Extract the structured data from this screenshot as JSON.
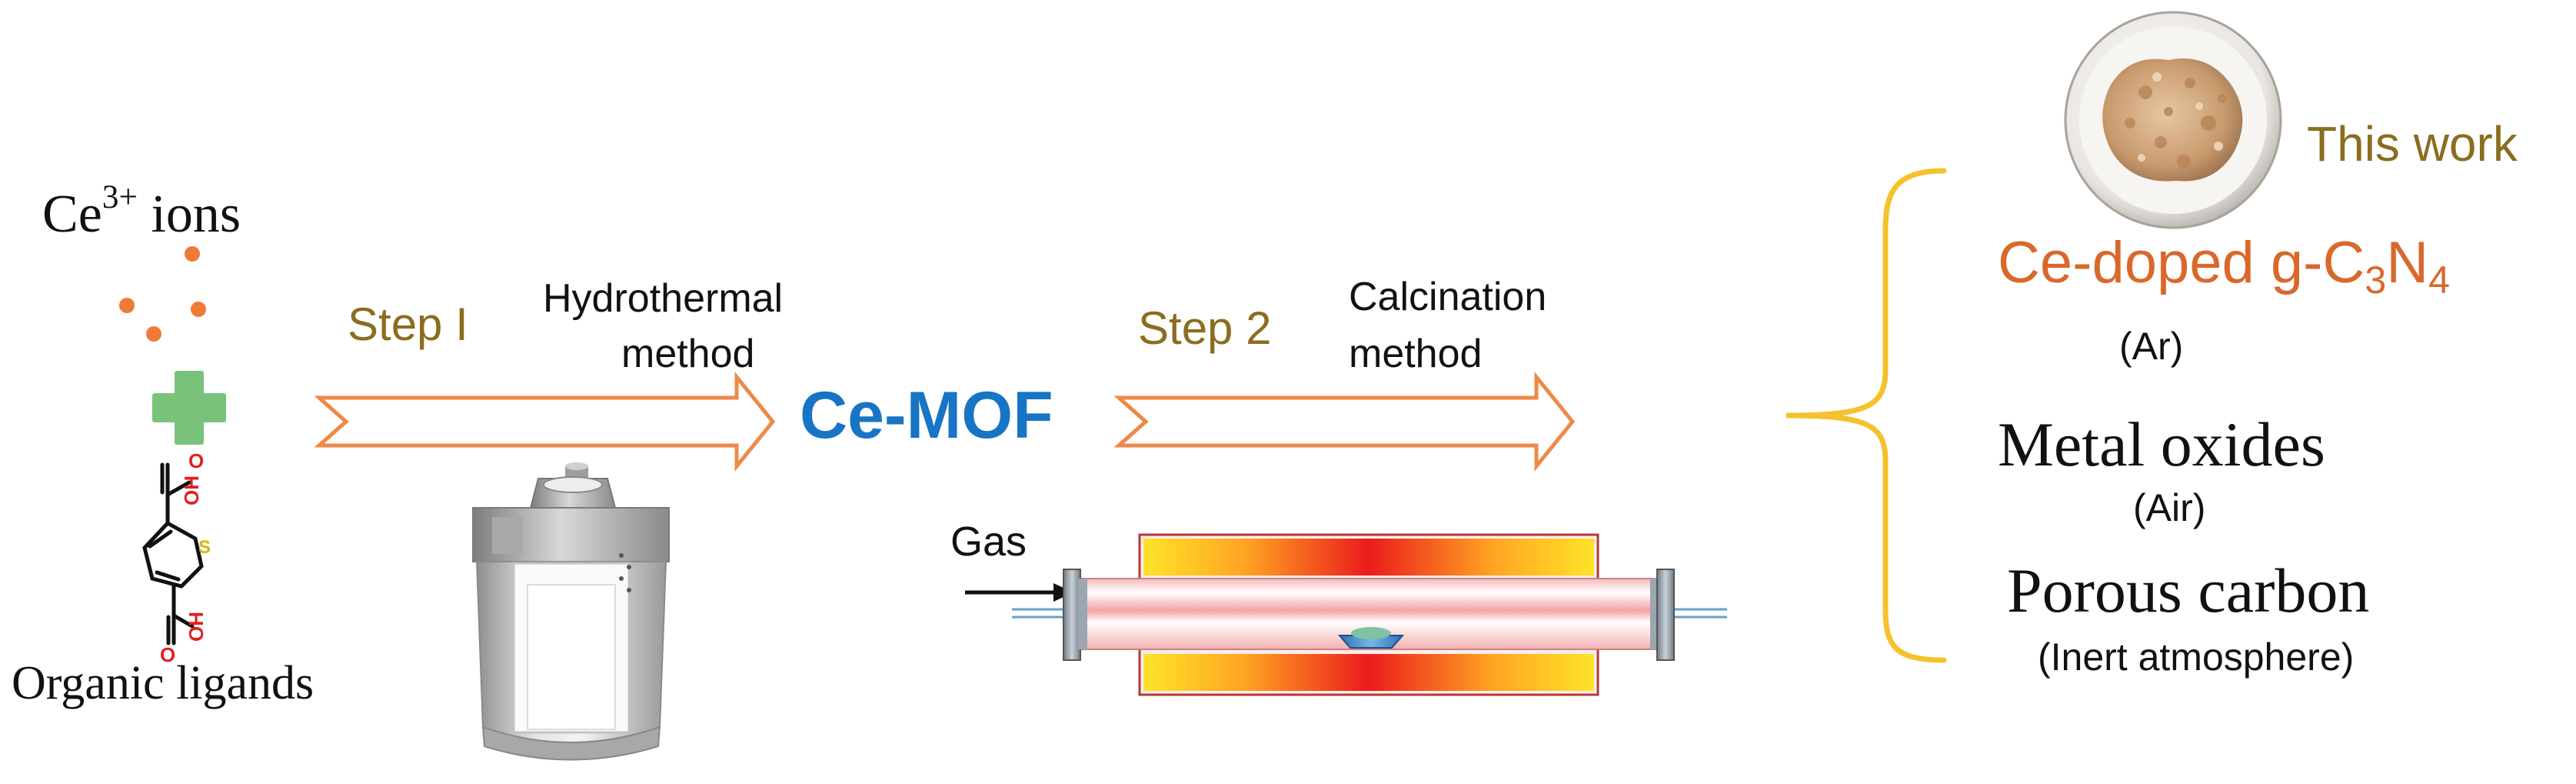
{
  "colors": {
    "step_text": "#8a6d1e",
    "arrow_outline": "#ed8a48",
    "ion_dot": "#f07a35",
    "plus": "#79c27b",
    "product_highlight": "#d9682b",
    "mof_label": "#1874c4",
    "brace": "#f5c22d",
    "furnace_hot": "#e81e1e",
    "furnace_warm": "#ffd21f"
  },
  "precursors": {
    "ion_label": "Ce",
    "ion_charge": "3+",
    "ion_suffix": " ions",
    "ligand_label": "Organic ligands",
    "ligand_atoms": {
      "oxygen": "O",
      "hydroxyl": "HO",
      "sulfur": "S"
    }
  },
  "step1": {
    "label": "Step I",
    "method_line1": "Hydrothermal",
    "method_line2": "method"
  },
  "intermediate": {
    "label": "Ce-MOF"
  },
  "step2": {
    "label": "Step 2",
    "method_line1": "Calcination",
    "method_line2": "method",
    "gas_label": "Gas"
  },
  "products": {
    "highlight_label": "This work",
    "p1": {
      "prefix": "Ce-doped g-C",
      "sub1": "3",
      "mid": "N",
      "sub2": "4",
      "atmosphere": "(Ar)"
    },
    "p2": {
      "name": "Metal oxides",
      "atmosphere": "(Air)"
    },
    "p3": {
      "name": "Porous carbon",
      "atmosphere": "(Inert atmosphere)"
    }
  },
  "icons": [
    "ce-ion-dots",
    "plus-icon",
    "thiophene-dicarboxylic-acid-structure",
    "hydrothermal-autoclave-icon",
    "tube-furnace-icon",
    "gas-inlet-arrow-icon",
    "curly-brace",
    "product-powder-bowl-photo"
  ]
}
